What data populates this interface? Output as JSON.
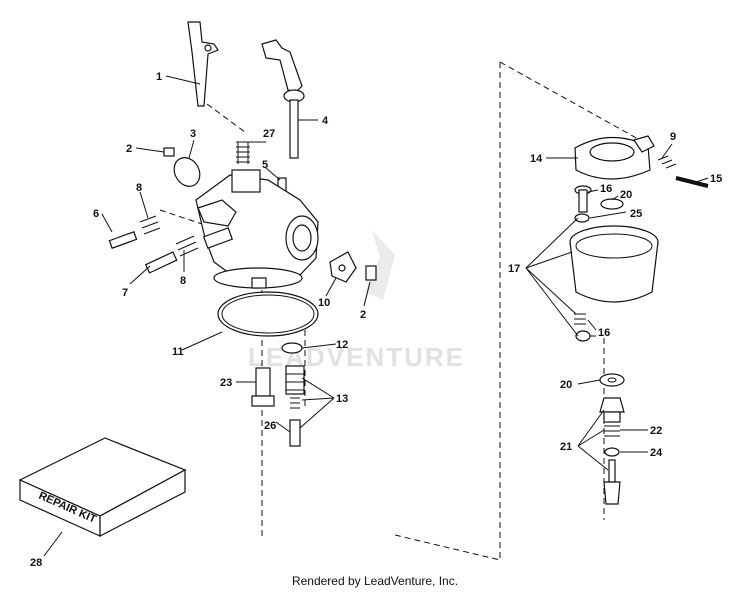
{
  "watermark": "LEADVENTURE",
  "footer": "Rendered by LeadVenture, Inc.",
  "repair_kit_label": "REPAIR KIT",
  "callouts": [
    "1",
    "2",
    "3",
    "4",
    "5",
    "6",
    "7",
    "8",
    "8",
    "27",
    "10",
    "2",
    "11",
    "12",
    "13",
    "23",
    "26",
    "28",
    "14",
    "9",
    "15",
    "16",
    "20",
    "25",
    "17",
    "16",
    "20",
    "21",
    "22",
    "24"
  ]
}
